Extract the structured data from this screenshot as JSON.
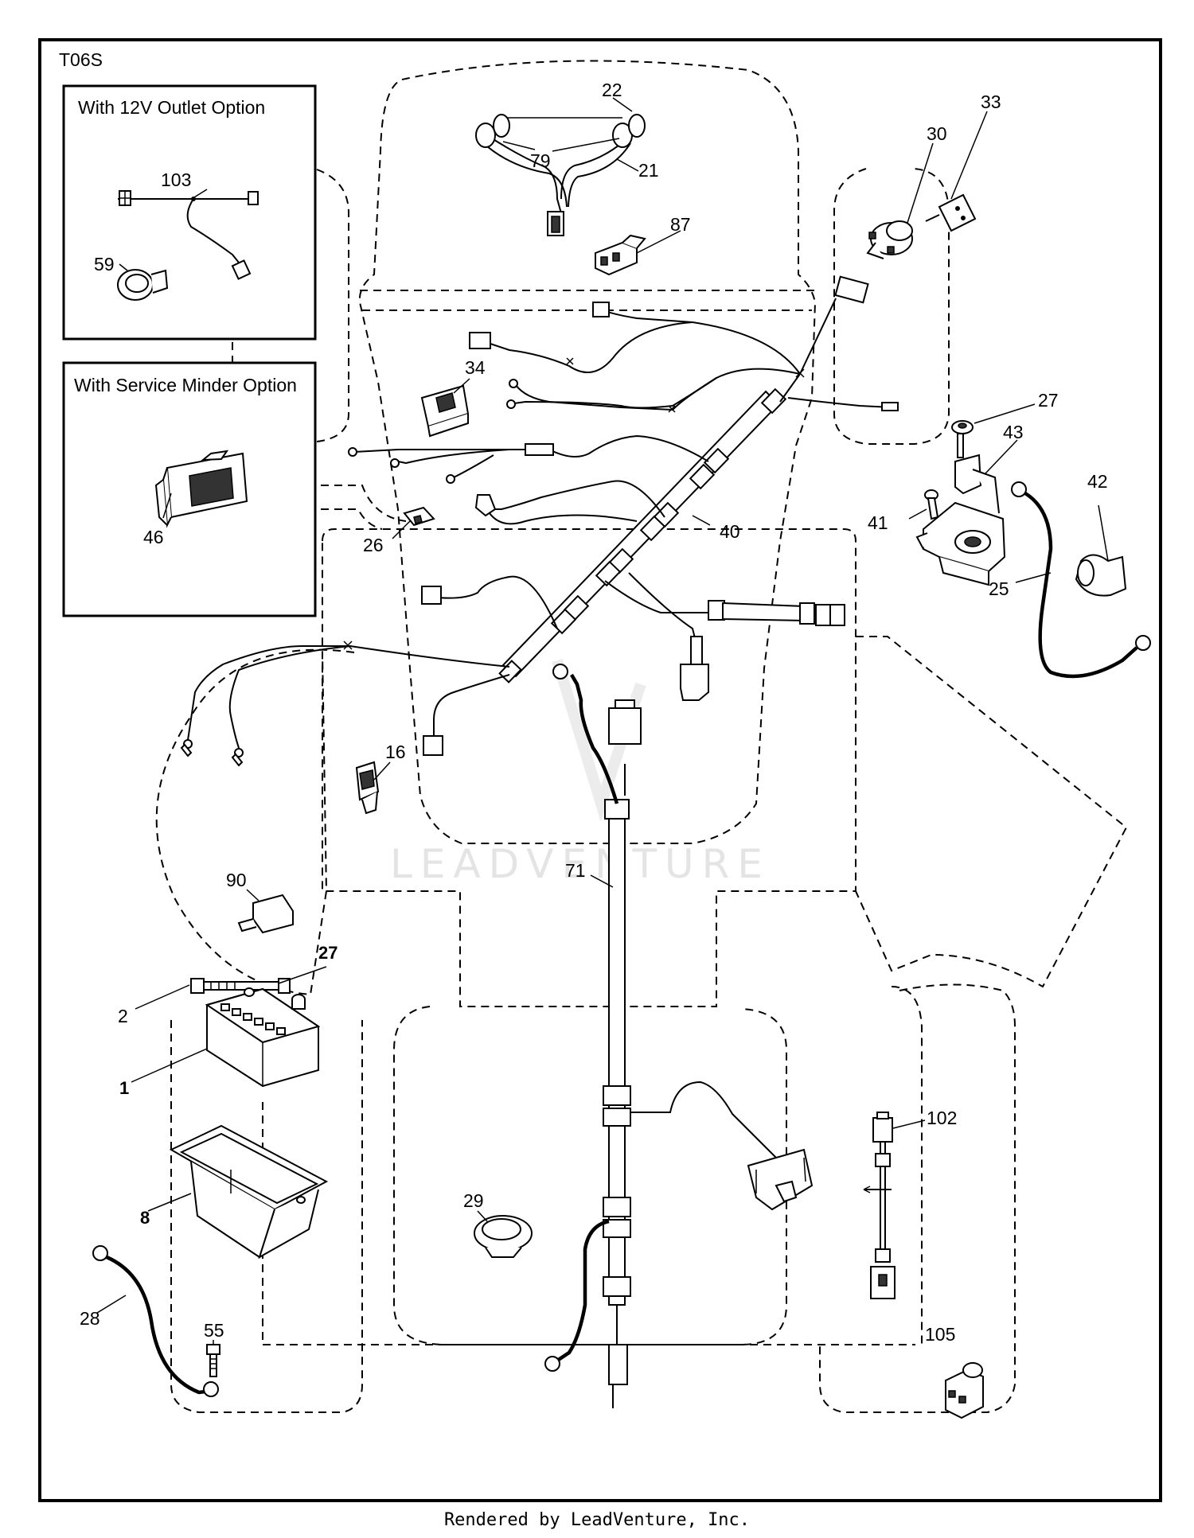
{
  "diagram": {
    "code": "T06S",
    "insets": [
      {
        "title": "With 12V Outlet Option"
      },
      {
        "title": "With Service Minder Option"
      }
    ],
    "watermark": "LEADVENTURE",
    "footer": "Rendered by LeadVenture, Inc.",
    "callouts": {
      "p22": "22",
      "p79": "79",
      "p21": "21",
      "p87": "87",
      "p30": "30",
      "p33": "33",
      "p103": "103",
      "p59": "59",
      "p46": "46",
      "p34": "34",
      "p27a": "27",
      "p43": "43",
      "p41": "41",
      "p42": "42",
      "p25": "25",
      "p40": "40",
      "p26": "26",
      "p16": "16",
      "p90": "90",
      "p27b": "27",
      "p2": "2",
      "p1": "1",
      "p71": "71",
      "p8": "8",
      "p29": "29",
      "p102": "102",
      "p28": "28",
      "p55": "55",
      "p105": "105"
    }
  }
}
